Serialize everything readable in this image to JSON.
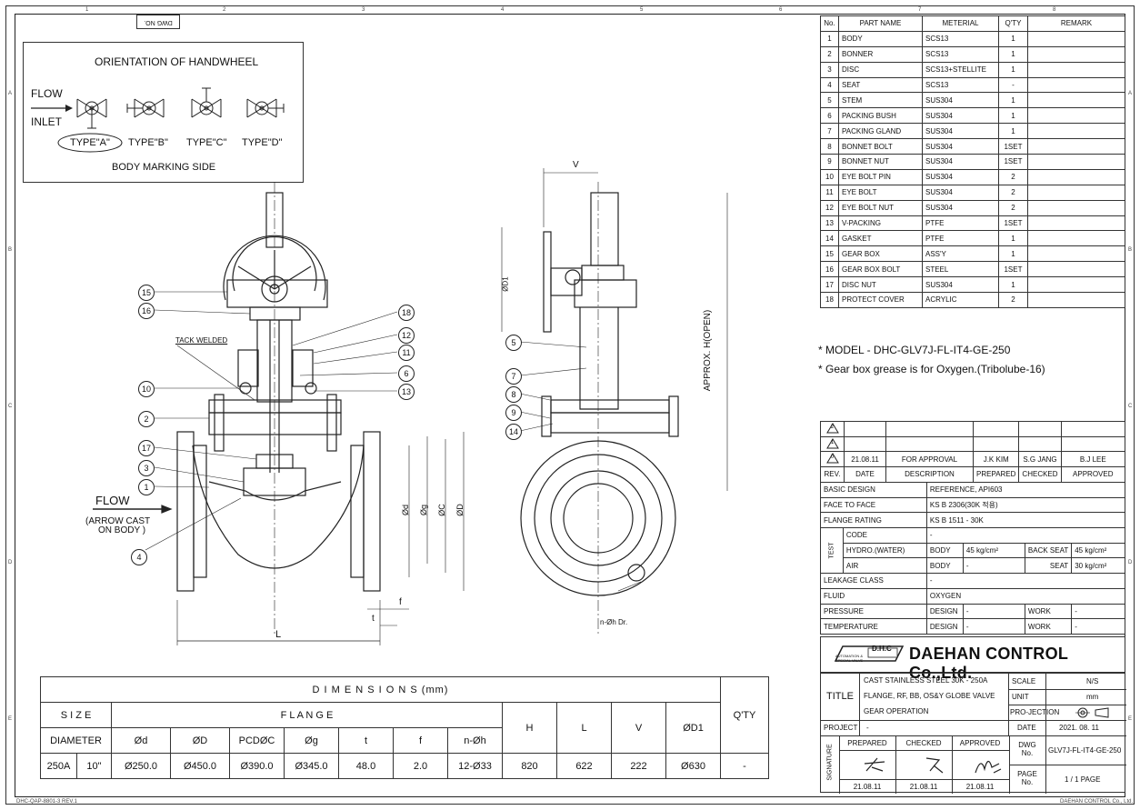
{
  "frame": {
    "col_markers": [
      "1",
      "2",
      "3",
      "4",
      "5",
      "6",
      "7",
      "8"
    ],
    "row_markers": [
      "A",
      "B",
      "C",
      "D",
      "E"
    ],
    "form_no": "DHC-QAP-8801-3 REV.1",
    "footer_company": "DAEHAN CONTROL Co., Ltd."
  },
  "dwg_no_box": "DWG NO.",
  "orientation": {
    "title": "ORIENTATION OF HANDWHEEL",
    "flow": "FLOW",
    "inlet": "INLET",
    "types": [
      "TYPE\"A\"",
      "TYPE\"B\"",
      "TYPE\"C\"",
      "TYPE\"D\""
    ],
    "marking": "BODY MARKING SIDE"
  },
  "drawing": {
    "tack_welded": "TACK WELDED",
    "flow": "FLOW",
    "arrow_cast": "(ARROW CAST",
    "on_body": "ON BODY )",
    "dim_L": "L",
    "dim_t": "t",
    "dim_f": "f",
    "dim_d": "Ød",
    "dim_g": "Øg",
    "dim_C": "ØC",
    "dim_D": "ØD",
    "dim_V": "V",
    "dim_D1": "ØD1",
    "dim_H": "APPROX. H(OPEN)",
    "holes": "n-Øh Dr.",
    "front_callouts": [
      "15",
      "16",
      "18",
      "12",
      "11",
      "6",
      "13",
      "10",
      "2",
      "17",
      "3",
      "1",
      "4"
    ],
    "side_callouts": [
      "5",
      "7",
      "8",
      "9",
      "14"
    ]
  },
  "parts": {
    "headers": [
      "No.",
      "PART NAME",
      "METERIAL",
      "Q'TY",
      "REMARK"
    ],
    "rows": [
      [
        "1",
        "BODY",
        "SCS13",
        "1",
        ""
      ],
      [
        "2",
        "BONNER",
        "SCS13",
        "1",
        ""
      ],
      [
        "3",
        "DISC",
        "SCS13+STELLITE",
        "1",
        ""
      ],
      [
        "4",
        "SEAT",
        "SCS13",
        "-",
        ""
      ],
      [
        "5",
        "STEM",
        "SUS304",
        "1",
        ""
      ],
      [
        "6",
        "PACKING BUSH",
        "SUS304",
        "1",
        ""
      ],
      [
        "7",
        "PACKING GLAND",
        "SUS304",
        "1",
        ""
      ],
      [
        "8",
        "BONNET BOLT",
        "SUS304",
        "1SET",
        ""
      ],
      [
        "9",
        "BONNET NUT",
        "SUS304",
        "1SET",
        ""
      ],
      [
        "10",
        "EYE BOLT PIN",
        "SUS304",
        "2",
        ""
      ],
      [
        "11",
        "EYE BOLT",
        "SUS304",
        "2",
        ""
      ],
      [
        "12",
        "EYE BOLT NUT",
        "SUS304",
        "2",
        ""
      ],
      [
        "13",
        "V-PACKING",
        "PTFE",
        "1SET",
        ""
      ],
      [
        "14",
        "GASKET",
        "PTFE",
        "1",
        ""
      ],
      [
        "15",
        "GEAR BOX",
        "ASS'Y",
        "1",
        ""
      ],
      [
        "16",
        "GEAR BOX BOLT",
        "STEEL",
        "1SET",
        ""
      ],
      [
        "17",
        "DISC NUT",
        "SUS304",
        "1",
        ""
      ],
      [
        "18",
        "PROTECT COVER",
        "ACRYLIC",
        "2",
        ""
      ]
    ]
  },
  "notes": {
    "model": "* MODEL - DHC-GLV7J-FL-IT4-GE-250",
    "grease": "* Gear box grease is for Oxygen.(Tribolube-16)"
  },
  "revisions": {
    "rows": [
      [
        "2",
        "",
        "",
        "",
        "",
        ""
      ],
      [
        "1",
        "",
        "",
        "",
        "",
        ""
      ],
      [
        "0",
        "21.08.11",
        "FOR APPROVAL",
        "J.K KIM",
        "S.G JANG",
        "B.J LEE"
      ]
    ],
    "headers": [
      "REV.",
      "DATE",
      "DESCRIPTION",
      "PREPARED",
      "CHECKED",
      "APPROVED"
    ]
  },
  "design": {
    "basic_design": [
      "BASIC DESIGN",
      "REFERENCE, API603"
    ],
    "face_to_face": [
      "FACE TO FACE",
      "KS B 2306(30K 적용)"
    ],
    "flange_rating": [
      "FLANGE RATING",
      "KS B 1511 - 30K"
    ],
    "test_label": "TEST",
    "code": [
      "CODE",
      "-"
    ],
    "hydro": [
      "HYDRO.(WATER)",
      "BODY",
      "45 kg/cm²",
      "BACK SEAT",
      "45 kg/cm²"
    ],
    "air": [
      "AIR",
      "BODY",
      "-",
      "SEAT",
      "30 kg/cm²"
    ],
    "leakage": [
      "LEAKAGE CLASS",
      "-"
    ],
    "fluid": [
      "FLUID",
      "OXYGEN"
    ],
    "pressure": [
      "PRESSURE",
      "DESIGN",
      "-",
      "WORK",
      "-"
    ],
    "temperature": [
      "TEMPERATURE",
      "DESIGN",
      "-",
      "WORK",
      "-"
    ]
  },
  "company": {
    "logo_text": "D.H.C",
    "logo_sub": "AUTOMATION & SPECIAL VALVE",
    "name": "DAEHAN CONTROL Co.,Ltd."
  },
  "title_block": {
    "title_label": "TITLE",
    "title_lines": [
      "CAST STAINLESS STEEL 30K - 250A",
      "FLANGE, RF, BB, OS&Y GLOBE VALVE",
      "GEAR OPERATION"
    ],
    "scale": [
      "SCALE",
      "N/S"
    ],
    "unit": [
      "UNIT",
      "mm"
    ],
    "projection": "PRO-JECTION",
    "project": [
      "PROJECT",
      "-"
    ],
    "date": [
      "DATE",
      "2021. 08. 11"
    ],
    "signature_label": "SIGNATURE",
    "sig_headers": [
      "PREPARED",
      "CHECKED",
      "APPROVED"
    ],
    "sig_dates": [
      "21.08.11",
      "21.08.11",
      "21.08.11"
    ],
    "dwg_no": [
      "DWG No.",
      "GLV7J-FL-IT4-GE-250"
    ],
    "page": [
      "PAGE No.",
      "1 / 1  PAGE"
    ]
  },
  "dimensions": {
    "title": "D I M E N S I O N S (mm)",
    "size": "S I Z E",
    "flange": "F L A N G E",
    "h": "H",
    "l": "L",
    "v": "V",
    "d1": "ØD1",
    "qty": "Q'TY",
    "subheaders": [
      "DIAMETER",
      "Ød",
      "ØD",
      "PCDØC",
      "Øg",
      "t",
      "f",
      "n-Øh"
    ],
    "row": [
      "250A",
      "10\"",
      "Ø250.0",
      "Ø450.0",
      "Ø390.0",
      "Ø345.0",
      "48.0",
      "2.0",
      "12-Ø33",
      "820",
      "622",
      "222",
      "Ø630",
      "-"
    ]
  }
}
